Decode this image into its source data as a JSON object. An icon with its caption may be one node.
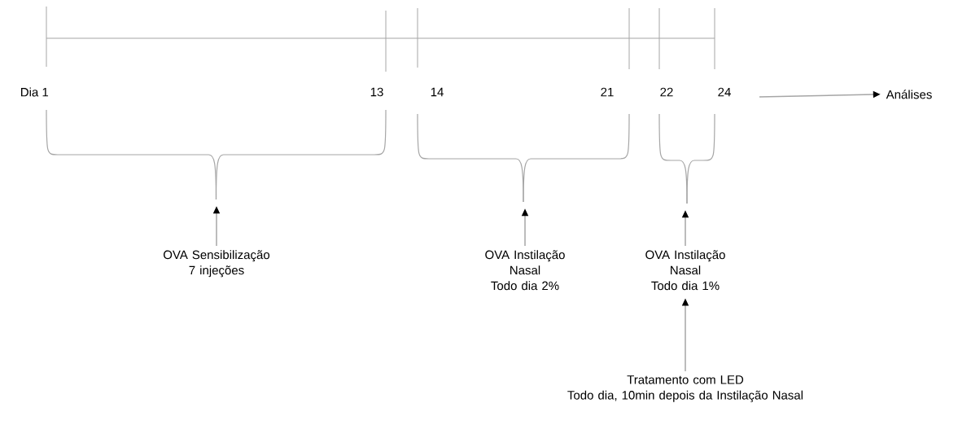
{
  "diagram": {
    "nodes": [
      {
        "text": [],
        "shape": "bracket"
      },
      {
        "text": [],
        "shape": "bracket"
      },
      {
        "text": [],
        "shape": "bracket"
      },
      {
        "text": [
          "OVA Sensibilização",
          "7 injeções"
        ]
      },
      {
        "text": [
          "OVA Instilação Nasal",
          "Todo dia 2%"
        ]
      },
      {
        "text": [
          "OVA Instilação Nasal",
          "Todo dia 1%"
        ]
      },
      {
        "text": [
          "Tratamento com LED",
          "Todo dia, 10min depois da Instilação Nasal"
        ]
      },
      {
        "text": [
          "Análises"
        ]
      }
    ],
    "edges": [
      {
        "from": 3,
        "to": 0,
        "arrow": "to"
      },
      {
        "from": 4,
        "to": 1,
        "arrow": "to"
      },
      {
        "from": 5,
        "to": 2,
        "arrow": "to"
      },
      {
        "from": 6,
        "to": 5,
        "arrow": "to"
      },
      {
        "from": null,
        "to": 7,
        "arrow": "to"
      }
    ],
    "labels": [
      "Dia 1",
      "13",
      "14",
      "21",
      "22",
      "24"
    ]
  }
}
